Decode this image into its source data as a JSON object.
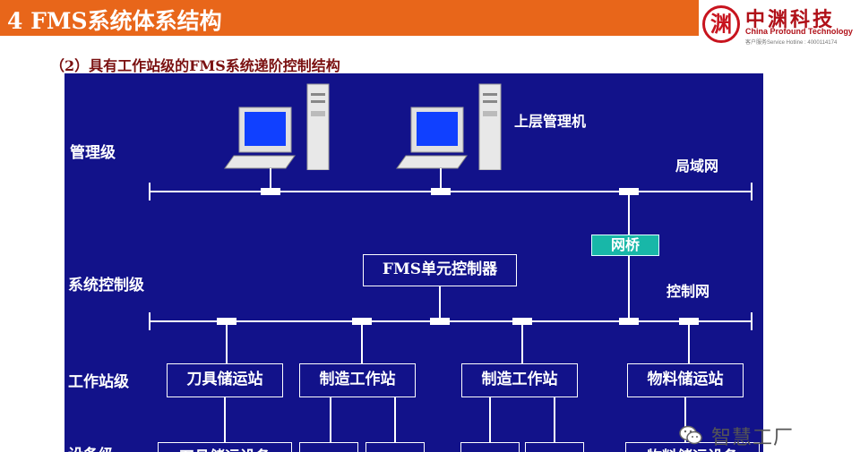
{
  "header": {
    "title": "4 FMS系统体系结构"
  },
  "logo": {
    "mark_char": "渊",
    "cn_name": "中渊科技",
    "en_name": "China Profound Technology",
    "hotline": "客户服务Service Hotline : 4000114174"
  },
  "subtitle": "（2）具有工作站级的FMS系统递阶控制结构",
  "diagram": {
    "levels": {
      "management": "管理级",
      "system_control": "系统控制级",
      "workstation": "工作站级",
      "equipment": "设备级"
    },
    "networks": {
      "lan": "局域网",
      "control_net": "控制网"
    },
    "upper_computer_label": "上层管理机",
    "bridge_label": "网桥",
    "cell_controller": "FMS单元控制器",
    "workstations": [
      "刀具储运站",
      "制造工作站",
      "制造工作站",
      "物料储运站"
    ],
    "equipment_partial": [
      "刀具储运设备",
      "物料储运设备"
    ]
  },
  "watermark": {
    "text": "智慧工厂"
  },
  "colors": {
    "header_bg": "#e8661a",
    "panel_bg": "#12128a",
    "bridge_bg": "#18b7a8",
    "subtitle": "#7a1010",
    "logo_red": "#b01018"
  }
}
